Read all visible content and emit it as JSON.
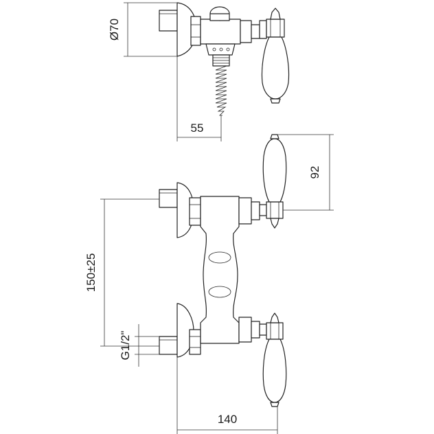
{
  "dimensions": {
    "rosette_diameter": "Ø70",
    "depth": "55",
    "handle_height": "92",
    "center_distance": "150±25",
    "inlet_thread": "G1/2\"",
    "overall_width": "140"
  }
}
